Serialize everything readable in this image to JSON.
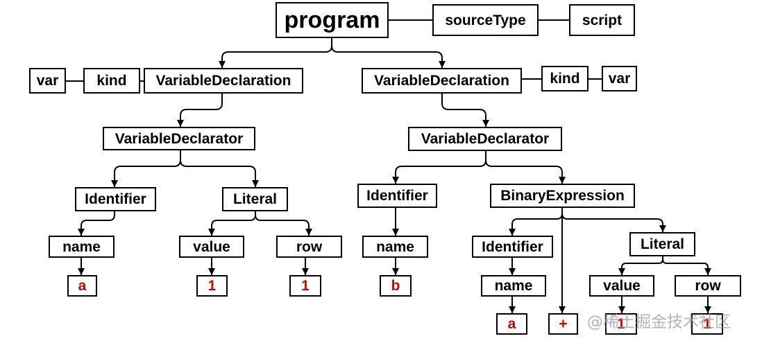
{
  "program": {
    "label": "program",
    "source_type": {
      "key": "sourceType",
      "value": "script"
    },
    "body": [
      {
        "label": "VariableDeclaration",
        "kind": {
          "key": "kind",
          "value": "var"
        },
        "declarator": {
          "label": "VariableDeclarator",
          "id": {
            "label": "Identifier",
            "name_key": "name",
            "name_value": "a"
          },
          "init": {
            "label": "Literal",
            "value_key": "value",
            "value": "1",
            "row_key": "row",
            "row": "1"
          }
        }
      },
      {
        "label": "VariableDeclaration",
        "kind": {
          "key": "kind",
          "value": "var"
        },
        "declarator": {
          "label": "VariableDeclarator",
          "id": {
            "label": "Identifier",
            "name_key": "name",
            "name_value": "b"
          },
          "init": {
            "label": "BinaryExpression",
            "left": {
              "label": "Identifier",
              "name_key": "name",
              "name_value": "a"
            },
            "operator": "+",
            "right": {
              "label": "Literal",
              "value_key": "value",
              "value": "1",
              "row_key": "row",
              "row": "1"
            }
          }
        }
      }
    ]
  },
  "watermark": "@稀土掘金技术社区",
  "colors": {
    "background": "#ffffff",
    "node_border": "#000000",
    "node_text": "#000000",
    "edge": "#000000",
    "leaf_value_text": "#d40000",
    "watermark": "#9a9a9a"
  }
}
